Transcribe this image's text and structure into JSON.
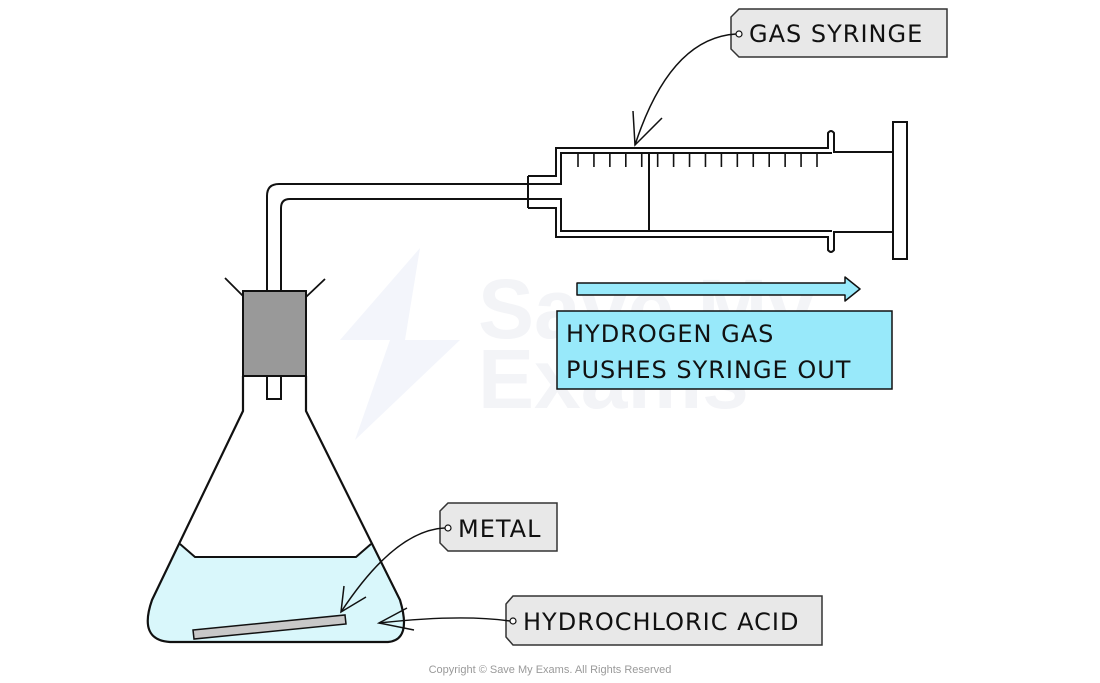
{
  "diagram": {
    "title": "Measuring hydrogen gas produced by metal and hydrochloric acid using a gas syringe",
    "labels": {
      "gas_syringe": "GAS  SYRINGE",
      "metal": "METAL",
      "hydrochloric_acid": "HYDROCHLORIC  ACID"
    },
    "callout": {
      "line1": "HYDROGEN  GAS",
      "line2": "PUSHES  SYRINGE  OUT",
      "direction": "right"
    },
    "syringe": {
      "graduation_count": 16
    },
    "watermark": {
      "line1": "Save My",
      "line2": "Exams"
    },
    "copyright": "Copyright © Save My Exams. All Rights Reserved",
    "colors": {
      "liquid": "#d9f7fb",
      "callout_fill": "#98e9fa",
      "stopper": "#999999",
      "label_tag": "#e8e8e8",
      "metal_strip": "#c8c8c8",
      "stroke": "#111111"
    }
  }
}
